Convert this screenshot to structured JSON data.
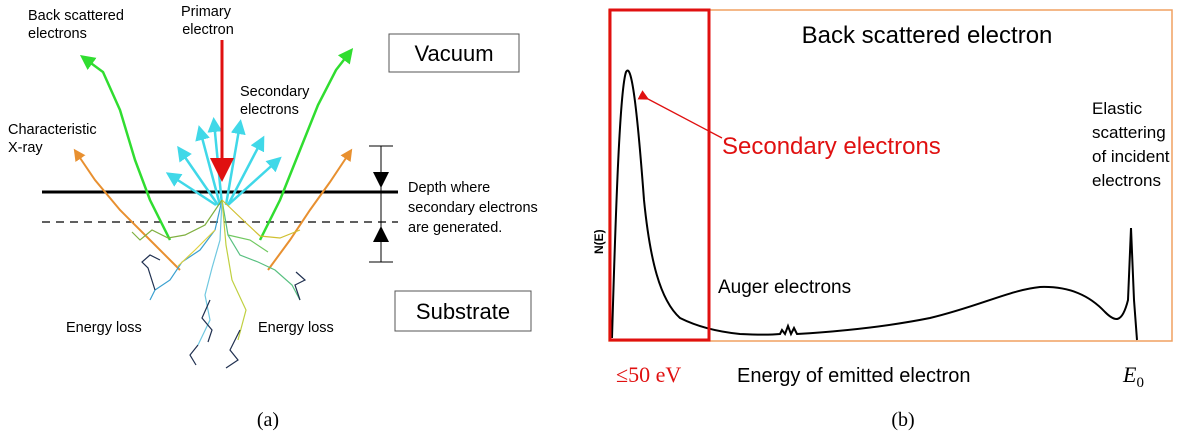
{
  "panel_a": {
    "caption": "(a)",
    "labels": {
      "back_scattered": [
        "Back scattered",
        "electrons"
      ],
      "primary": [
        "Primary",
        "electron"
      ],
      "secondary": [
        "Secondary",
        "electrons"
      ],
      "characteristic": [
        "Characteristic",
        "X-ray"
      ],
      "depth": [
        "Depth where",
        "secondary electrons",
        "are generated."
      ],
      "energy_loss_left": "Energy  loss",
      "energy_loss_right": "Energy  loss",
      "vacuum": "Vacuum",
      "substrate": "Substrate"
    }
  },
  "panel_b": {
    "caption": "(b)",
    "title": "Back scattered electron",
    "y_axis_label": "N(E)",
    "x_axis_label": "Energy of emitted electron",
    "secondary_label": "Secondary electrons",
    "auger_label": "Auger  electrons",
    "elastic_label": [
      "Elastic",
      "scattering",
      "of incident",
      "electrons"
    ],
    "low_energy_label": "≤50 eV",
    "e0_symbol": "E",
    "e0_subscript": "0"
  },
  "colors": {
    "primary_arrow": "#e01010",
    "secondary_arrows": "#40d8e8",
    "backscatter_arrows": "#30dd30",
    "xray_arrows": "#e89030",
    "highlight_box": "#e01010",
    "frame": "#f0a060"
  }
}
